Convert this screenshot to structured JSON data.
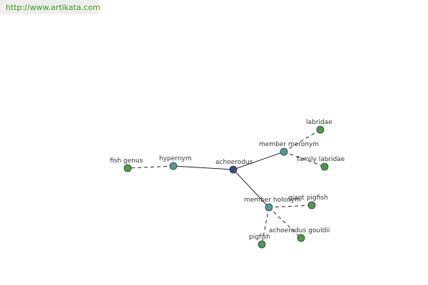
{
  "site": {
    "url": "http://www.artikata.com"
  },
  "colors": {
    "center": "#3a4a8a",
    "relation": "#4f9a96",
    "leaf": "#4e9a4e",
    "edge": "#222222",
    "url_text": "#3a9a1e"
  },
  "graph": {
    "nodes": [
      {
        "id": "achoerodus",
        "label": "achoerodus",
        "kind": "center"
      },
      {
        "id": "hypernym",
        "label": "hypernym",
        "kind": "relation"
      },
      {
        "id": "member_meronym",
        "label": "member meronym",
        "kind": "relation"
      },
      {
        "id": "member_holonym",
        "label": "member holonym",
        "kind": "relation"
      },
      {
        "id": "fish_genus",
        "label": "fish genus",
        "kind": "leaf"
      },
      {
        "id": "labridae",
        "label": "labridae",
        "kind": "leaf"
      },
      {
        "id": "family_labridae",
        "label": "family labridae",
        "kind": "leaf"
      },
      {
        "id": "giant_pigfish",
        "label": "giant pigfish",
        "kind": "leaf"
      },
      {
        "id": "achoerodus_gouldii",
        "label": "achoerodus gouldii",
        "kind": "leaf"
      },
      {
        "id": "pigfish",
        "label": "pigfish",
        "kind": "leaf"
      }
    ],
    "edges": [
      {
        "from": "achoerodus",
        "to": "hypernym",
        "style": "solid"
      },
      {
        "from": "achoerodus",
        "to": "member_meronym",
        "style": "solid"
      },
      {
        "from": "achoerodus",
        "to": "member_holonym",
        "style": "solid"
      },
      {
        "from": "hypernym",
        "to": "fish_genus",
        "style": "dashed"
      },
      {
        "from": "member_meronym",
        "to": "labridae",
        "style": "dashed"
      },
      {
        "from": "member_meronym",
        "to": "family_labridae",
        "style": "dashed"
      },
      {
        "from": "member_holonym",
        "to": "giant_pigfish",
        "style": "dashed"
      },
      {
        "from": "member_holonym",
        "to": "achoerodus_gouldii",
        "style": "dashed"
      },
      {
        "from": "member_holonym",
        "to": "pigfish",
        "style": "dashed"
      }
    ]
  }
}
